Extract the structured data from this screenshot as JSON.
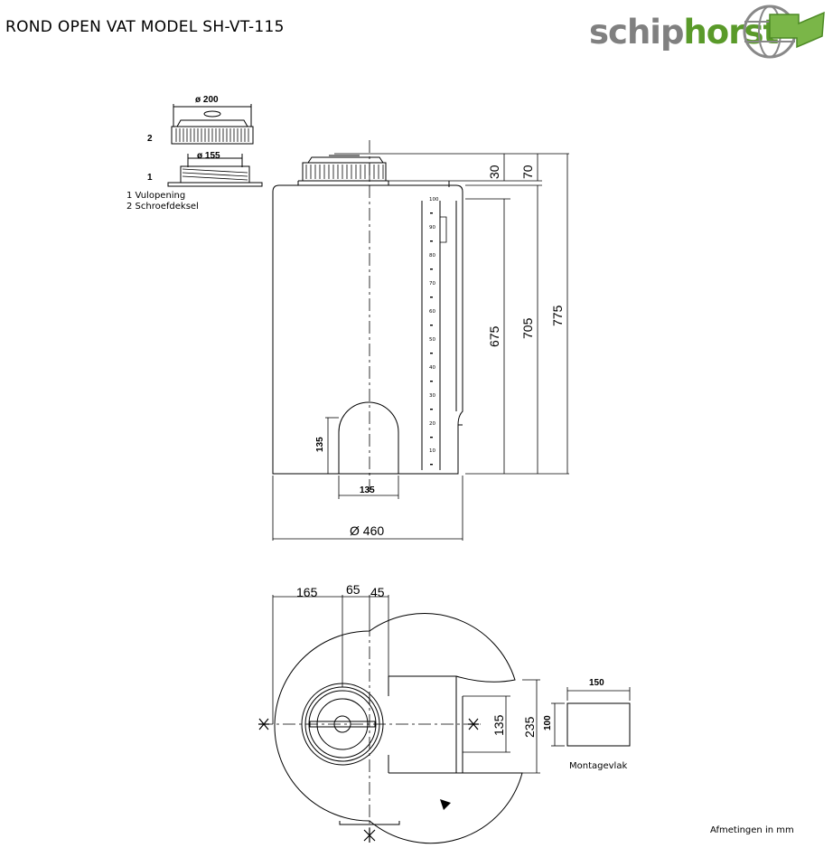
{
  "title": "ROND OPEN VAT MODEL SH-VT-115",
  "logo": {
    "part1": "schip",
    "part2": "horst"
  },
  "legend": {
    "item1": "1 Vulopening",
    "item2": "2 Schroefdeksel"
  },
  "parts": {
    "label1": "1",
    "label2": "2",
    "dia_cap": "ø 200",
    "dia_opening": "ø 155"
  },
  "side_view": {
    "dim_30": "30",
    "dim_70": "70",
    "dim_675": "675",
    "dim_705": "705",
    "dim_775": "775",
    "dim_135_h": "135",
    "dim_135_w": "135",
    "diameter": "Ø 460",
    "scale": [
      "100",
      "90",
      "80",
      "70",
      "60",
      "50",
      "40",
      "30",
      "20",
      "10"
    ]
  },
  "top_view": {
    "dim_165": "165",
    "dim_65": "65",
    "dim_45": "45",
    "dim_135": "135",
    "dim_235": "235"
  },
  "mount": {
    "width": "150",
    "height": "100",
    "label": "Montagevlak"
  },
  "note": "Afmetingen in mm",
  "colors": {
    "logo_grey": "#808080",
    "logo_green": "#5a9a2a"
  }
}
